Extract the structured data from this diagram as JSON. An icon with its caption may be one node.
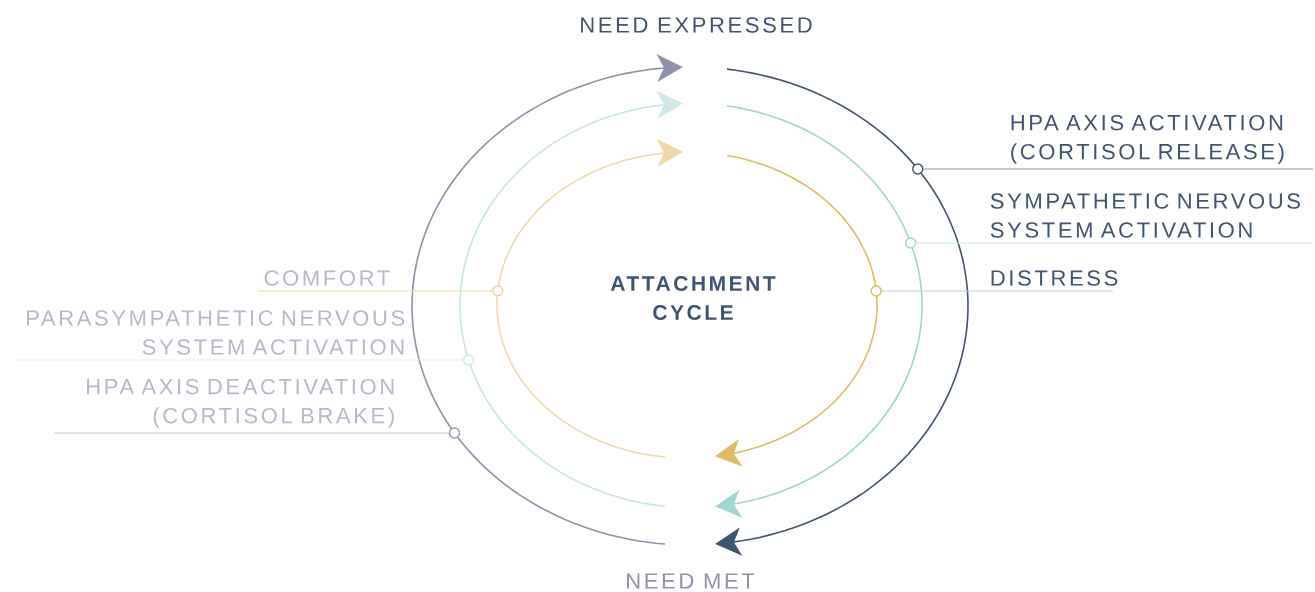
{
  "diagram": {
    "title": "ATTACHMENT CYCLE",
    "nodes": [
      {
        "text": [
          "HPA AXIS ACTIVATION (CORTISOL RELEASE)"
        ]
      },
      {
        "text": [
          "SYMPATHETIC NERVOUS SYSTEM ACTIVATION"
        ]
      },
      {
        "text": [
          "COMFORT"
        ]
      },
      {
        "text": [
          "DISTRESS"
        ]
      },
      {
        "text": [
          "PARASYMPATHETIC NERVOUS SYSTEM ACTIVATION"
        ]
      },
      {
        "text": [
          "HPA AXIS DEACTIVATION (CORTISOL BRAKE)"
        ]
      },
      {
        "text": [],
        "shape": "circle"
      },
      {
        "text": [],
        "shape": "circle"
      },
      {
        "text": [],
        "shape": "circle"
      },
      {
        "text": [],
        "shape": "circle"
      },
      {
        "text": [],
        "shape": "circle"
      },
      {
        "text": [],
        "shape": "circle"
      }
    ],
    "edges": [
      {
        "from": 0,
        "to": 6,
        "arrow": "none",
        "color": "#8893a8"
      },
      {
        "from": 1,
        "to": 7,
        "arrow": "none",
        "color": "#cde9e5"
      },
      {
        "from": 2,
        "to": 8,
        "arrow": "none",
        "color": "#efd9ab"
      },
      {
        "from": 3,
        "to": 9,
        "arrow": "none",
        "color": "#c9ccd6"
      },
      {
        "from": 4,
        "to": 10,
        "arrow": "none",
        "color": "#e0f1ef"
      },
      {
        "from": 5,
        "to": 11,
        "arrow": "none",
        "color": "#c8cad8"
      }
    ],
    "labels": [
      "NEED EXPRESSED",
      "NEED MET"
    ]
  }
}
